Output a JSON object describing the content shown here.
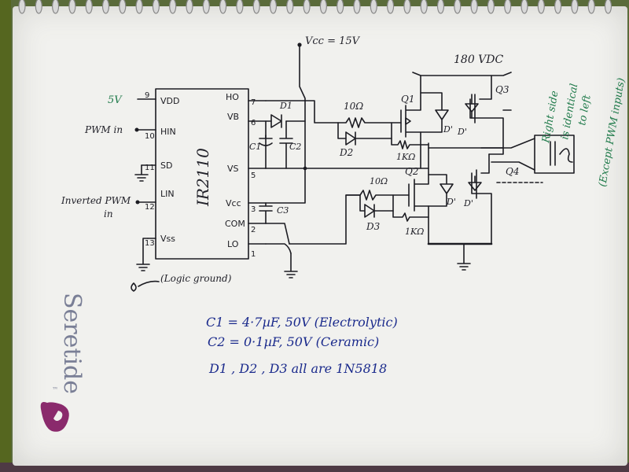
{
  "supply": {
    "vcc": "Vcc = 15V",
    "hv": "180 VDC"
  },
  "ic": {
    "name": "IR2110",
    "pins_left": [
      {
        "num": "9",
        "name": "VDD"
      },
      {
        "num": "10",
        "name": "HIN"
      },
      {
        "num": "11",
        "name": "SD"
      },
      {
        "num": "12",
        "name": "LIN"
      },
      {
        "num": "13",
        "name": "Vss"
      }
    ],
    "pins_right": [
      {
        "num": "7",
        "name": "HO"
      },
      {
        "num": "6",
        "name": "VB"
      },
      {
        "num": "5",
        "name": "VS"
      },
      {
        "num": "3",
        "name": "Vcc"
      },
      {
        "num": "2",
        "name": "COM"
      },
      {
        "num": "1",
        "name": "LO"
      }
    ]
  },
  "inputs": {
    "vdd": "5V",
    "pwm": "PWM in",
    "inv_pwm_1": "Inverted PWM",
    "inv_pwm_2": "in"
  },
  "labels": {
    "logic_ground": "(Logic ground)",
    "d1": "D1",
    "c1": "C1",
    "c2": "C2",
    "c3": "C3",
    "r_gate_top": "10Ω",
    "d2": "D2",
    "r_top_1k": "1KΩ",
    "r_gate_bot": "10Ω",
    "d3": "D3",
    "r_bot_1k": "1KΩ",
    "q1": "Q1",
    "q2": "Q2",
    "q3": "Q3",
    "q4": "Q4",
    "body_diode": "D'"
  },
  "side_note": [
    "Right side",
    "is identical",
    "to left",
    "(Except PWM inputs)"
  ],
  "notes": [
    "C1 = 4·7µF, 50V (Electrolytic)",
    "C2 = 0·1µF, 50V (Ceramic)",
    "D1 , D2 , D3  all are   1N5818"
  ],
  "logo": {
    "text": "Seretide",
    "tm": "™"
  },
  "colors": {
    "ink": "#1c1c22",
    "note_blue": "#1a2a8c",
    "note_green": "#1f7a4a",
    "logo": "#7a7f96"
  }
}
